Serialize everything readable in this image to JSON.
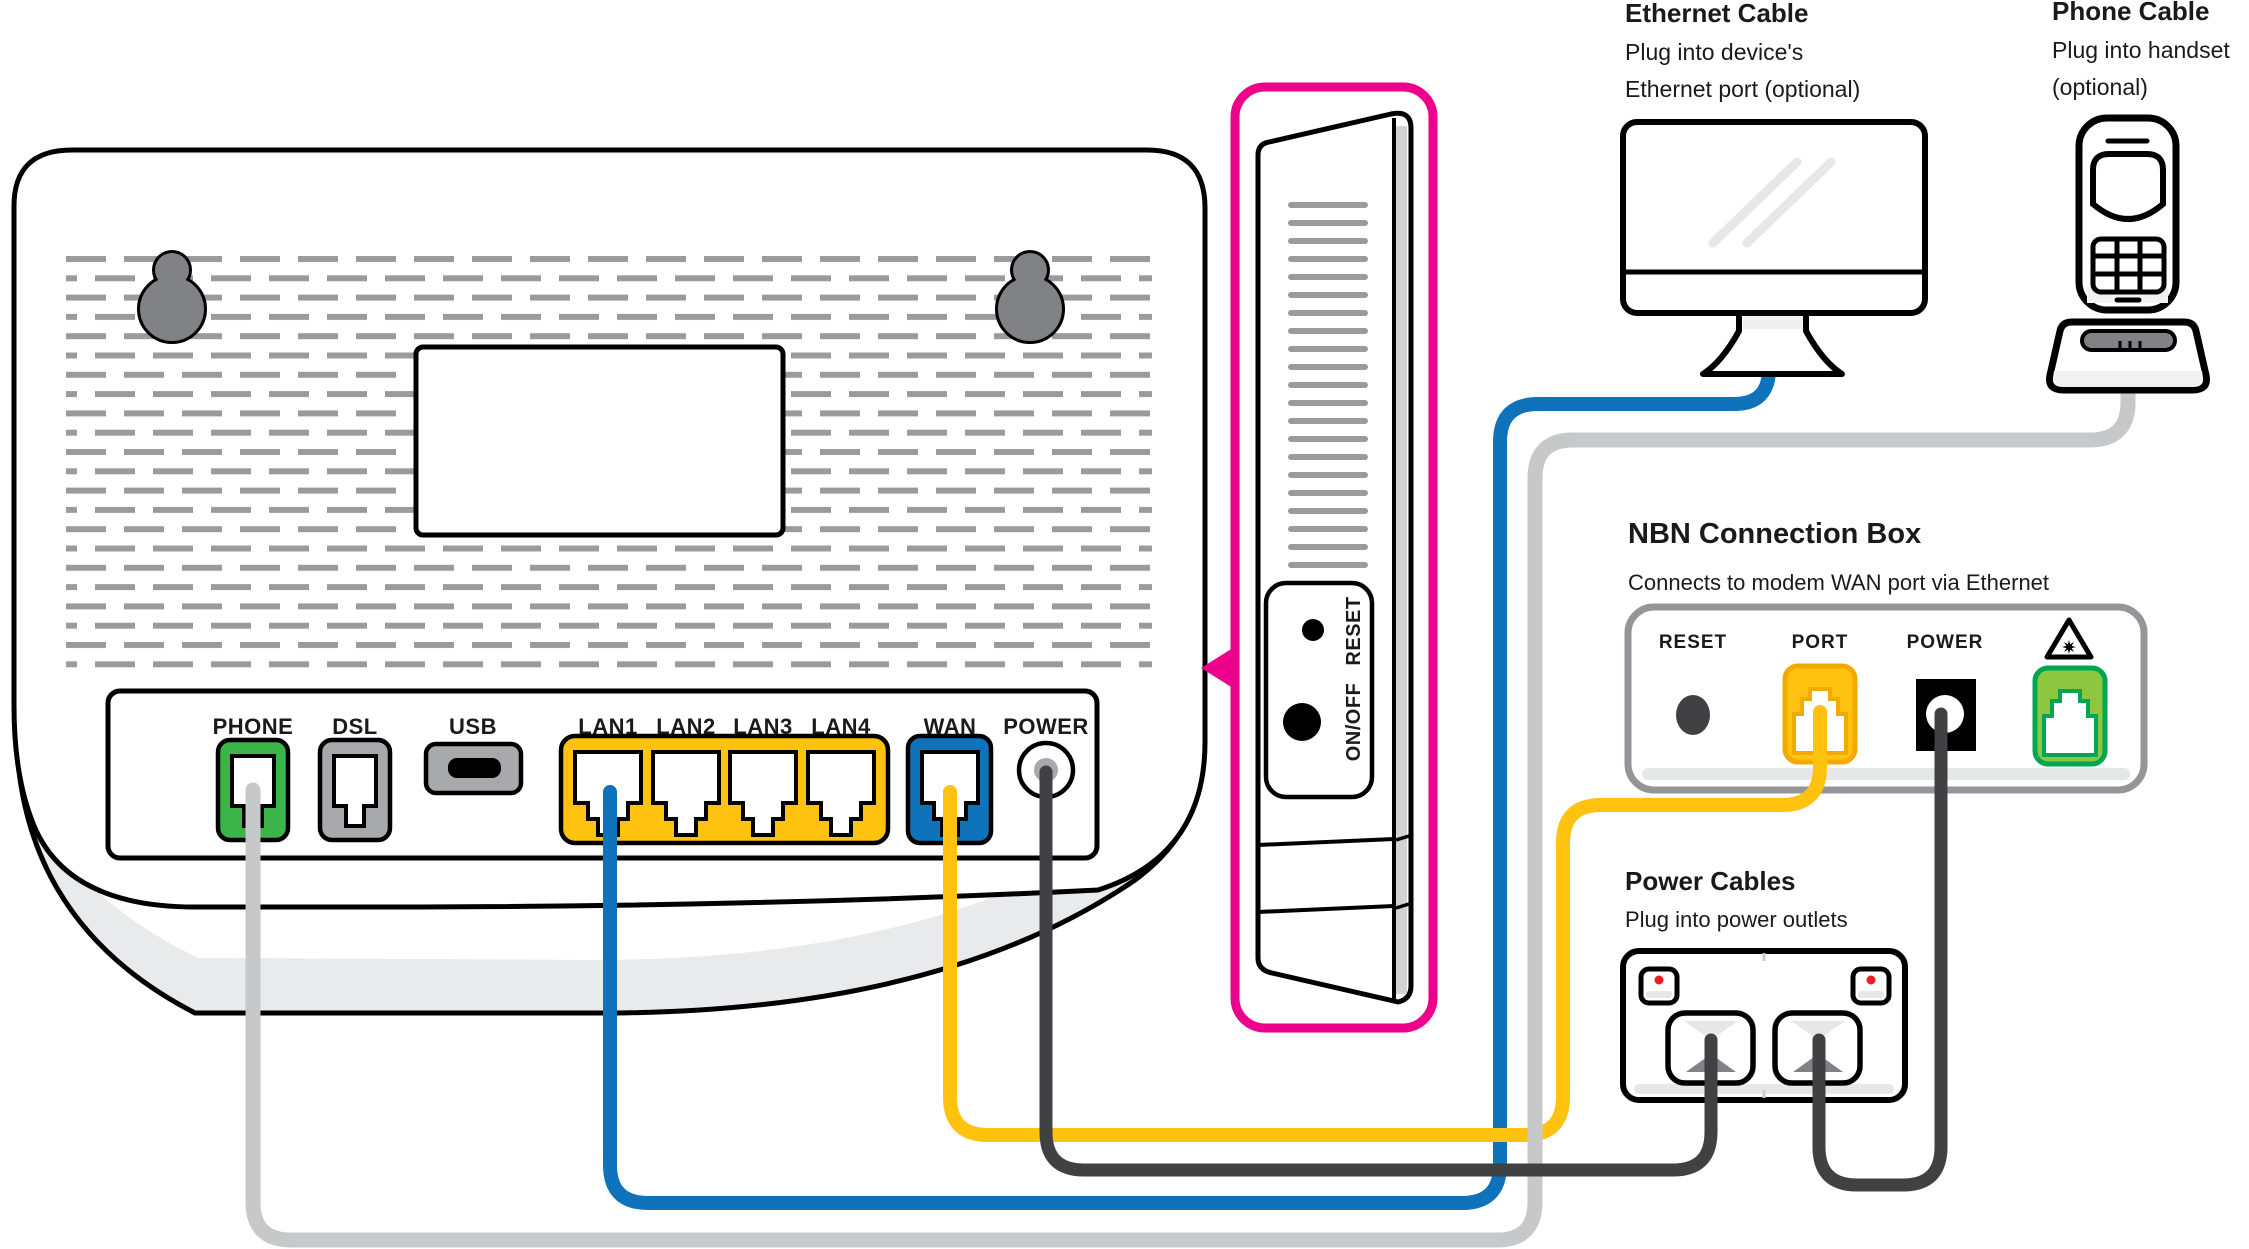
{
  "colors": {
    "blue": "#0E73BA",
    "yellow": "#FFC20E",
    "yellow_dark": "#F2A900",
    "green": "#3BB54A",
    "nbn_green": "#8DC63F",
    "nbn_green_dark": "#00A651",
    "cable_gray": "#C6C8CA",
    "text_gray": "#9B9DA0",
    "dark": "#414042",
    "magenta": "#EC008C",
    "orange": "#F9A11B",
    "port_gray": "#A7A9AC",
    "vent_gray": "#9B9B9B",
    "keyhole_gray": "#808285",
    "nbn_box_stroke": "#939598",
    "red": "#ED1C24",
    "shadow_gray": "#E9EAEB",
    "strip_gray": "#D1D3D4",
    "band_gray": "#E6E7E8"
  },
  "ethernet_note": {
    "title": "Ethernet Cable",
    "line1": "Plug into device's",
    "line2": "Ethernet port (optional)"
  },
  "phone_note": {
    "title": "Phone Cable",
    "line1": "Plug into handset",
    "line2": "(optional)"
  },
  "nbn_box": {
    "title": "NBN Connection Box",
    "subtitle": "Connects to modem WAN port via Ethernet",
    "labels": [
      "RESET",
      "PORT",
      "POWER"
    ]
  },
  "power_note": {
    "title": "Power Cables",
    "subtitle": "Plug into power outlets"
  },
  "modem": {
    "port_labels": [
      "PHONE",
      "DSL",
      "USB",
      "LAN1",
      "LAN2",
      "LAN3",
      "LAN4",
      "WAN",
      "POWER"
    ],
    "side": {
      "reset": "RESET",
      "on_off": "ON/OFF"
    }
  }
}
